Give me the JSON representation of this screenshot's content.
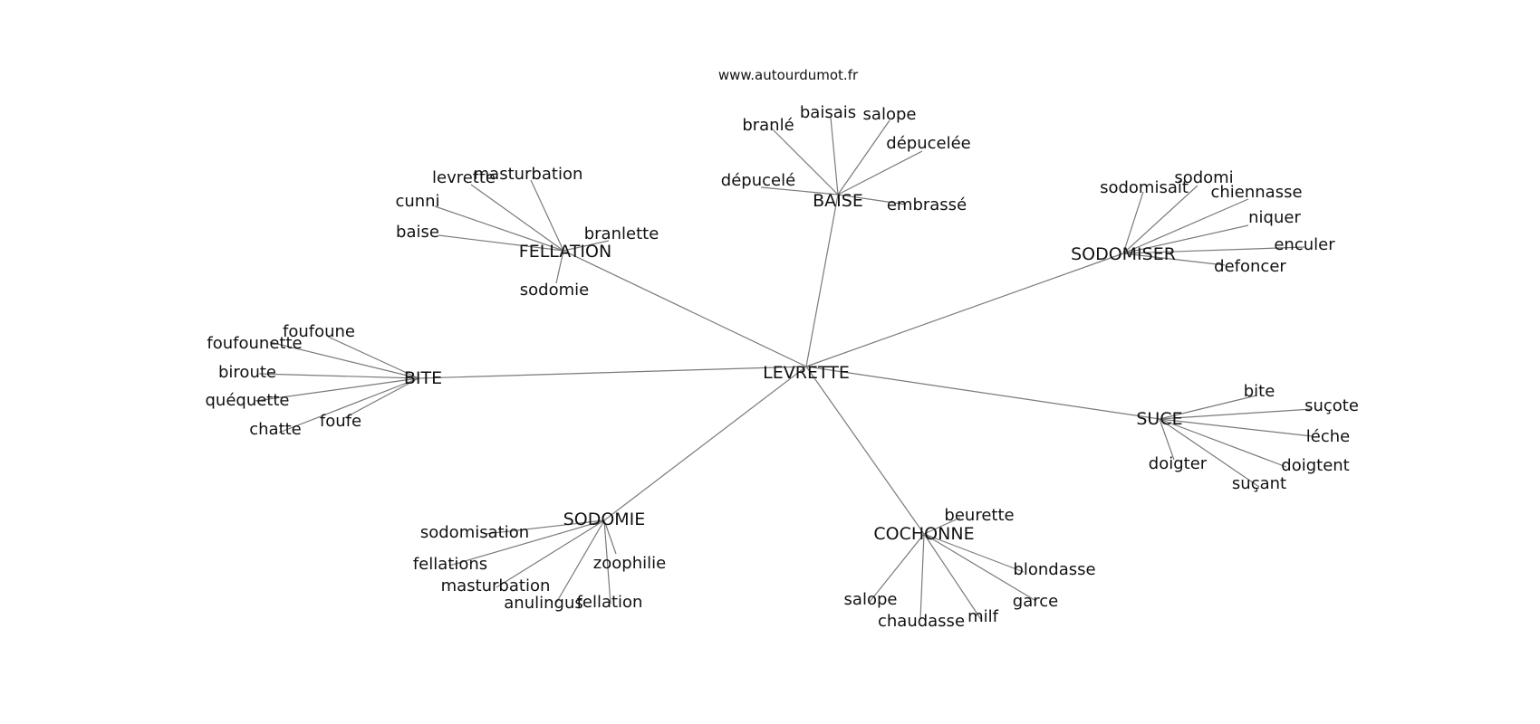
{
  "source": "www.autourdumot.fr",
  "center": {
    "id": "levrette",
    "label": "LEVRETTE"
  },
  "clusters": [
    {
      "id": "baise",
      "label": "BAISE",
      "leaves": [
        "branlé",
        "baisais",
        "salope",
        "dépucelée",
        "dépucelé",
        "embrassé"
      ]
    },
    {
      "id": "fellation",
      "label": "FELLATION",
      "leaves": [
        "levrette",
        "masturbation",
        "cunni",
        "baise",
        "branlette",
        "sodomie"
      ]
    },
    {
      "id": "sodomiser",
      "label": "SODOMISER",
      "leaves": [
        "sodomisait",
        "sodomi",
        "chiennasse",
        "niquer",
        "enculer",
        "defoncer"
      ]
    },
    {
      "id": "bite",
      "label": "BITE",
      "leaves": [
        "foufoune",
        "foufounette",
        "biroute",
        "quéquette",
        "chatte",
        "foufe"
      ]
    },
    {
      "id": "suce",
      "label": "SUCE",
      "leaves": [
        "bite",
        "suçote",
        "léche",
        "doigtent",
        "suçant",
        "doigter"
      ]
    },
    {
      "id": "sodomie",
      "label": "SODOMIE",
      "leaves": [
        "sodomisation",
        "fellations",
        "masturbation",
        "anulingus",
        "fellation",
        "zoophilie"
      ]
    },
    {
      "id": "cochonne",
      "label": "COCHONNE",
      "leaves": [
        "beurette",
        "blondasse",
        "garce",
        "milf",
        "chaudasse",
        "salope"
      ]
    }
  ]
}
